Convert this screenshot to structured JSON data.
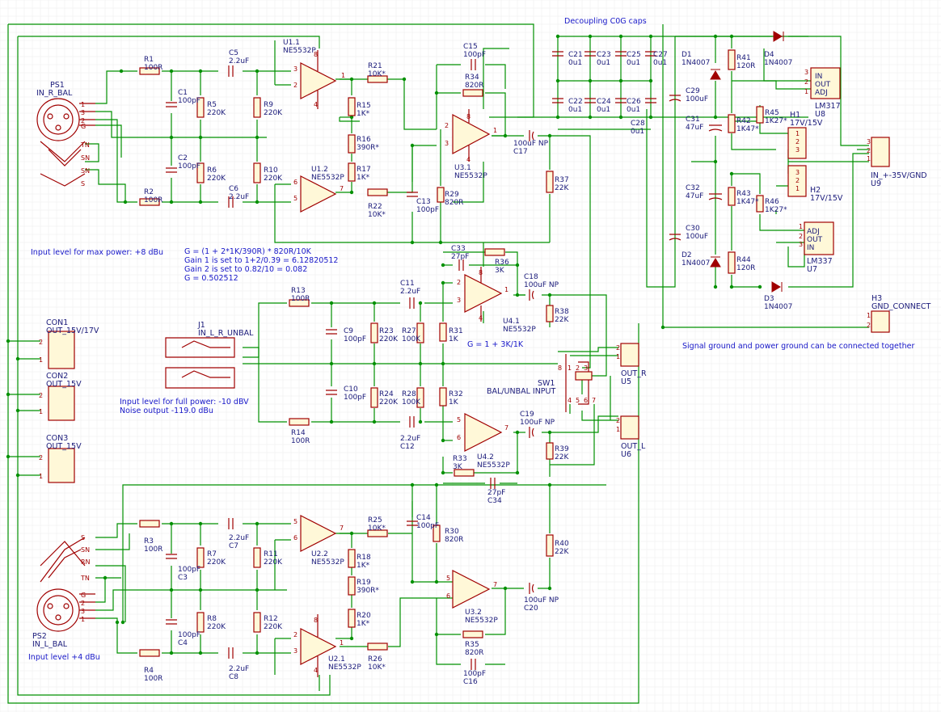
{
  "notes": {
    "decoupling": "Decoupling C0G caps",
    "max_power": "Input level for max power: +8 dBu",
    "gain_formula": "G = (1 + 2*1K/390R) * 820R/10K",
    "gain1": "Gain 1 is set to 1+2/0.39 = 6.12820512",
    "gain2": "Gain 2 is set to 0.82/10 = 0.082",
    "gain_result": "G = 0.502512",
    "unbal_gain": "G = 1 + 3K/1K",
    "full_power": "Input level for full power: -10 dBV",
    "noise": "Noise output -119.0 dBu",
    "level_l": "Input level +4 dBu",
    "ground": "Signal ground and power ground can be connected together"
  },
  "resistors": [
    {
      "ref": "R1",
      "value": "100R"
    },
    {
      "ref": "R2",
      "value": "100R"
    },
    {
      "ref": "R3",
      "value": "100R"
    },
    {
      "ref": "R4",
      "value": "100R"
    },
    {
      "ref": "R5",
      "value": "220K"
    },
    {
      "ref": "R6",
      "value": "220K"
    },
    {
      "ref": "R7",
      "value": "220K"
    },
    {
      "ref": "R8",
      "value": "220K"
    },
    {
      "ref": "R9",
      "value": "220K"
    },
    {
      "ref": "R10",
      "value": "220K"
    },
    {
      "ref": "R11",
      "value": "220K"
    },
    {
      "ref": "R12",
      "value": "220K"
    },
    {
      "ref": "R13",
      "value": "100R"
    },
    {
      "ref": "R14",
      "value": "100R"
    },
    {
      "ref": "R15",
      "value": "1K*"
    },
    {
      "ref": "R16",
      "value": "390R*"
    },
    {
      "ref": "R17",
      "value": "1K*"
    },
    {
      "ref": "R18",
      "value": "1K*"
    },
    {
      "ref": "R19",
      "value": "390R*"
    },
    {
      "ref": "R20",
      "value": "1K*"
    },
    {
      "ref": "R21",
      "value": "10K*"
    },
    {
      "ref": "R22",
      "value": "10K*"
    },
    {
      "ref": "R23",
      "value": "220K"
    },
    {
      "ref": "R24",
      "value": "220K"
    },
    {
      "ref": "R25",
      "value": "10K*"
    },
    {
      "ref": "R26",
      "value": "10K*"
    },
    {
      "ref": "R27",
      "value": "100K"
    },
    {
      "ref": "R28",
      "value": "100K"
    },
    {
      "ref": "R29",
      "value": "820R"
    },
    {
      "ref": "R30",
      "value": "820R"
    },
    {
      "ref": "R31",
      "value": "1K"
    },
    {
      "ref": "R32",
      "value": "1K"
    },
    {
      "ref": "R33",
      "value": "3K"
    },
    {
      "ref": "R34",
      "value": "820R"
    },
    {
      "ref": "R35",
      "value": "820R"
    },
    {
      "ref": "R36",
      "value": "3K"
    },
    {
      "ref": "R37",
      "value": "22K"
    },
    {
      "ref": "R38",
      "value": "22K"
    },
    {
      "ref": "R39",
      "value": "22K"
    },
    {
      "ref": "R40",
      "value": "22K"
    },
    {
      "ref": "R41",
      "value": "120R"
    },
    {
      "ref": "R42",
      "value": "1K47*"
    },
    {
      "ref": "R43",
      "value": "1K47*"
    },
    {
      "ref": "R44",
      "value": "120R"
    },
    {
      "ref": "R45",
      "value": "1K27*"
    },
    {
      "ref": "R46",
      "value": "1K27*"
    }
  ],
  "capacitors": [
    {
      "ref": "C1",
      "value": "100pF"
    },
    {
      "ref": "C2",
      "value": "100pF"
    },
    {
      "ref": "C3",
      "value": "100pF"
    },
    {
      "ref": "C4",
      "value": "100pF"
    },
    {
      "ref": "C5",
      "value": "2.2uF"
    },
    {
      "ref": "C6",
      "value": "2.2uF"
    },
    {
      "ref": "C7",
      "value": "2.2uF"
    },
    {
      "ref": "C8",
      "value": "2.2uF"
    },
    {
      "ref": "C9",
      "value": "100pF"
    },
    {
      "ref": "C10",
      "value": "100pF"
    },
    {
      "ref": "C11",
      "value": "2.2uF"
    },
    {
      "ref": "C12",
      "value": "2.2uF"
    },
    {
      "ref": "C13",
      "value": "100pF"
    },
    {
      "ref": "C14",
      "value": "100pF"
    },
    {
      "ref": "C15",
      "value": "100pF"
    },
    {
      "ref": "C16",
      "value": "100pF"
    },
    {
      "ref": "C17",
      "value": "100uF NP"
    },
    {
      "ref": "C18",
      "value": "100uF NP"
    },
    {
      "ref": "C19",
      "value": "100uF NP"
    },
    {
      "ref": "C20",
      "value": "100uF NP"
    },
    {
      "ref": "C21",
      "value": "0u1"
    },
    {
      "ref": "C22",
      "value": "0u1"
    },
    {
      "ref": "C23",
      "value": "0u1"
    },
    {
      "ref": "C24",
      "value": "0u1"
    },
    {
      "ref": "C25",
      "value": "0u1"
    },
    {
      "ref": "C26",
      "value": "0u1"
    },
    {
      "ref": "C27",
      "value": "0u1"
    },
    {
      "ref": "C28",
      "value": "0u1"
    },
    {
      "ref": "C29",
      "value": "100uF"
    },
    {
      "ref": "C30",
      "value": "100uF"
    },
    {
      "ref": "C31",
      "value": "47uF"
    },
    {
      "ref": "C32",
      "value": "47uF"
    },
    {
      "ref": "C33",
      "value": "27pF"
    },
    {
      "ref": "C34",
      "value": "27pF"
    }
  ],
  "opamps": [
    {
      "ref": "U1.1",
      "value": "NE5532P"
    },
    {
      "ref": "U1.2",
      "value": "NE5532P"
    },
    {
      "ref": "U2.1",
      "value": "NE5532P"
    },
    {
      "ref": "U2.2",
      "value": "NE5532P"
    },
    {
      "ref": "U3.1",
      "value": "NE5532P"
    },
    {
      "ref": "U3.2",
      "value": "NE5532P"
    },
    {
      "ref": "U4.1",
      "value": "NE5532P"
    },
    {
      "ref": "U4.2",
      "value": "NE5532P"
    }
  ],
  "diodes": [
    {
      "ref": "D1",
      "value": "1N4007"
    },
    {
      "ref": "D2",
      "value": "1N4007"
    },
    {
      "ref": "D3",
      "value": "1N4007"
    },
    {
      "ref": "D4",
      "value": "1N4007"
    }
  ],
  "regulators": [
    {
      "ref": "U8",
      "value": "LM317",
      "pins": [
        "IN",
        "OUT",
        "ADJ"
      ]
    },
    {
      "ref": "U7",
      "value": "LM337",
      "pins": [
        "ADJ",
        "OUT",
        "IN"
      ]
    }
  ],
  "connectors": {
    "ps1": {
      "ref": "PS1",
      "value": "IN_R_BAL"
    },
    "ps2": {
      "ref": "PS2",
      "value": "IN_L_BAL"
    },
    "j1": {
      "ref": "J1",
      "value": "IN_L_R_UNBAL"
    },
    "con1": {
      "ref": "CON1",
      "value": "OUT_15V/17V"
    },
    "con2": {
      "ref": "CON2",
      "value": "OUT_15V"
    },
    "con3": {
      "ref": "CON3",
      "value": "OUT_15V"
    },
    "h1": {
      "ref": "H1",
      "value": "17V/15V"
    },
    "h2": {
      "ref": "H2",
      "value": "17V/15V"
    },
    "h3": {
      "ref": "H3",
      "value": "GND_CONNECT"
    },
    "u9": {
      "ref": "U9",
      "value": "IN_+-35V/GND"
    },
    "u5": {
      "ref": "U5",
      "value": "OUT_R"
    },
    "u6": {
      "ref": "U6",
      "value": "OUT_L"
    },
    "sw1": {
      "ref": "SW1",
      "value": "BAL/UNBAL INPUT"
    }
  }
}
